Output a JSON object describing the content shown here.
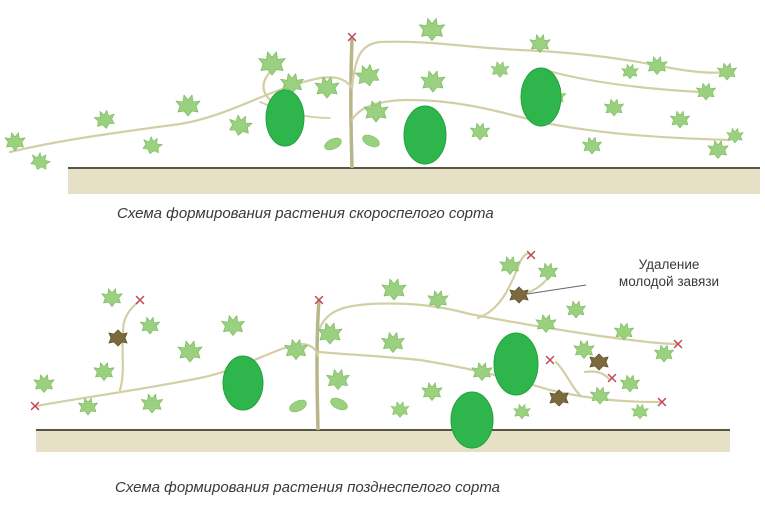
{
  "diagram": {
    "top": {
      "caption": "Схема формирования растения скороспелого сорта"
    },
    "bottom": {
      "caption": "Схема формирования растения позднеспелого сорта",
      "callout": {
        "line1": "Удаление",
        "line2": "молодой завязи"
      }
    }
  },
  "colors": {
    "ground_fill": "#e6e0c6",
    "ground_edge": "#5a5442",
    "vine": "#d2cfa6",
    "stem": "#b8b689",
    "leaf": "#9ad07f",
    "leaf_dark": "#7fbf63",
    "fruit": "#2eb54b",
    "fruit_edge": "#23a23f",
    "ovary": "#7a6a3e",
    "pinch_mark": "#c0485a",
    "pointer_line": "#666666"
  },
  "icons": {
    "leaf": "leaf-icon",
    "fruit": "watermelon-icon",
    "pinch": "cross-mark-icon",
    "ovary": "ovary-icon"
  }
}
